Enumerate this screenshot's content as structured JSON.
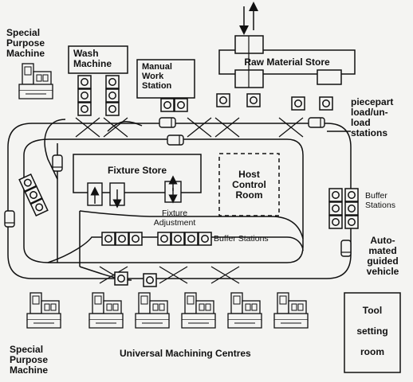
{
  "labels": {
    "special_purpose_top": "Special\nPurpose\nMachine",
    "wash_machine": "Wash\nMachine",
    "manual_work_station": "Manual\nWork\nStation",
    "raw_material_store": "Raw Material Store",
    "piecepart_stations": "piecepart\nload/un-\nload\nstations",
    "fixture_store": "Fixture Store",
    "host_control_room": "Host\nControl\nRoom",
    "fixture_adjustment": "Fixture\nAdjustment",
    "buffer_stations_center": "Buffer Stations",
    "buffer_stations_right": "Buffer\nStations",
    "agv": "Auto-\nmated\nguided\nvehicle",
    "tool_setting_room": "Tool\n\nsetting\n\nroom",
    "special_purpose_bottom": "Special\nPurpose\nMachine",
    "universal_machining_centres": "Universal Machining Centres"
  },
  "colors": {
    "ink": "#111111",
    "paper": "#f4f4f2"
  }
}
